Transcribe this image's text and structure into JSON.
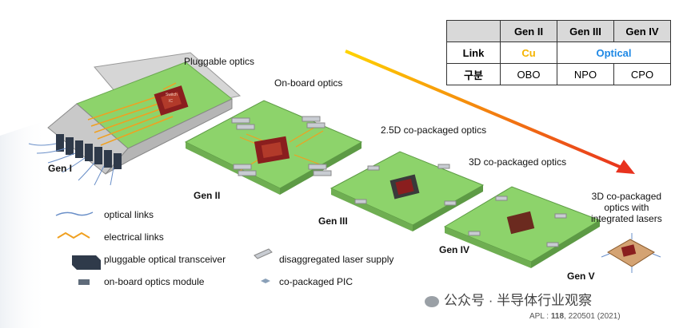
{
  "stages": {
    "pluggable": "Pluggable optics",
    "onboard": "On-board optics",
    "cpo25d": "2.5D co-packaged optics",
    "cpo3d": "3D co-packaged optics",
    "cpo3d_lasers_line1": "3D co-packaged",
    "cpo3d_lasers_line2": "optics with",
    "cpo3d_lasers_line3": "integrated lasers"
  },
  "generations": {
    "g1": "Gen I",
    "g2": "Gen II",
    "g3": "Gen III",
    "g4": "Gen IV",
    "g5": "Gen V"
  },
  "table": {
    "headers": [
      "Gen II",
      "Gen III",
      "Gen IV"
    ],
    "rows": [
      {
        "label": "Link",
        "cells": [
          "Cu",
          "Optical"
        ]
      },
      {
        "label": "구분",
        "cells": [
          "OBO",
          "NPO",
          "CPO"
        ]
      }
    ],
    "colors": {
      "cu": "#f5b400",
      "optical": "#1e88e5",
      "header_bg": "#d9d9d9"
    }
  },
  "legend": {
    "optical_links": "optical links",
    "electrical_links": "electrical links",
    "pluggable_transceiver": "pluggable optical transceiver",
    "laser_supply": "disaggregated laser supply",
    "obo_module": "on-board optics module",
    "cpo_pic": "co-packaged PIC"
  },
  "chip_labels": {
    "switch": "Switch",
    "ic": "IC"
  },
  "colors": {
    "board_green": "#8dd36b",
    "chip_red": "#8a1e1e",
    "arrow_start": "#ffd400",
    "arrow_end": "#e8321e",
    "electrical_orange": "#f0a020",
    "optical_blue": "#6a8fc8"
  },
  "watermark": "公众号 · 半导体行业观察",
  "citation": {
    "journal": "APL",
    "sep": " : ",
    "volume": "118",
    "rest": ", 220501 (2021)"
  }
}
